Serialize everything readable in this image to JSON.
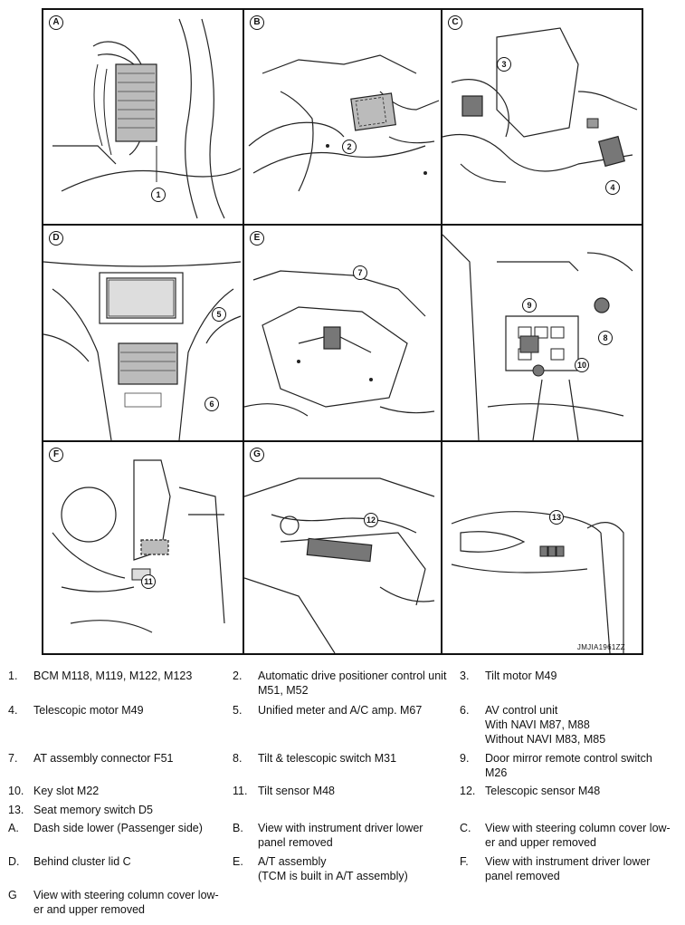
{
  "panels": [
    {
      "id": "A",
      "callouts": [
        "1"
      ]
    },
    {
      "id": "B",
      "callouts": [
        "2"
      ]
    },
    {
      "id": "C",
      "callouts": [
        "3",
        "4"
      ]
    },
    {
      "id": "D",
      "callouts": [
        "5",
        "6"
      ]
    },
    {
      "id": "E",
      "callouts": [
        "7"
      ]
    },
    {
      "id": "F",
      "callouts": [
        "11"
      ]
    },
    {
      "id": "G",
      "callouts": [
        "12"
      ]
    },
    {
      "id": "",
      "callouts": [
        "13"
      ]
    },
    {
      "id": "",
      "callouts": [
        "9",
        "8",
        "10"
      ]
    }
  ],
  "figure_code": "JMJIA1961ZZ",
  "legend": [
    {
      "num": "1.",
      "text": "BCM M118, M119, M122, M123"
    },
    {
      "num": "2.",
      "text": "Automatic drive positioner control unit\nM51, M52"
    },
    {
      "num": "3.",
      "text": "Tilt motor M49"
    },
    {
      "num": "4.",
      "text": "Telescopic motor M49"
    },
    {
      "num": "5.",
      "text": "Unified meter and A/C amp. M67"
    },
    {
      "num": "6.",
      "text": "AV control unit\nWith NAVI M87, M88\nWithout NAVI M83, M85"
    },
    {
      "num": "7.",
      "text": "AT assembly connector F51"
    },
    {
      "num": "8.",
      "text": "Tilt & telescopic switch M31"
    },
    {
      "num": "9.",
      "text": "Door mirror remote control switch\nM26"
    },
    {
      "num": "10.",
      "text": "Key slot M22"
    },
    {
      "num": "11.",
      "text": "Tilt sensor M48"
    },
    {
      "num": "12.",
      "text": "Telescopic sensor M48"
    },
    {
      "num": "13.",
      "text": "Seat memory switch D5"
    },
    {
      "num": "A.",
      "text": "Dash side lower (Passenger side)"
    },
    {
      "num": "B.",
      "text": "View with instrument driver lower\npanel removed"
    },
    {
      "num": "C.",
      "text": "View with steering column cover low-\ner and upper removed"
    },
    {
      "num": "D.",
      "text": "Behind cluster lid C"
    },
    {
      "num": "E.",
      "text": "A/T assembly\n(TCM is built in A/T assembly)"
    },
    {
      "num": "F.",
      "text": "View with instrument driver lower\npanel removed"
    },
    {
      "num": "G",
      "text": "View with steering column cover low-\ner and upper removed"
    }
  ]
}
